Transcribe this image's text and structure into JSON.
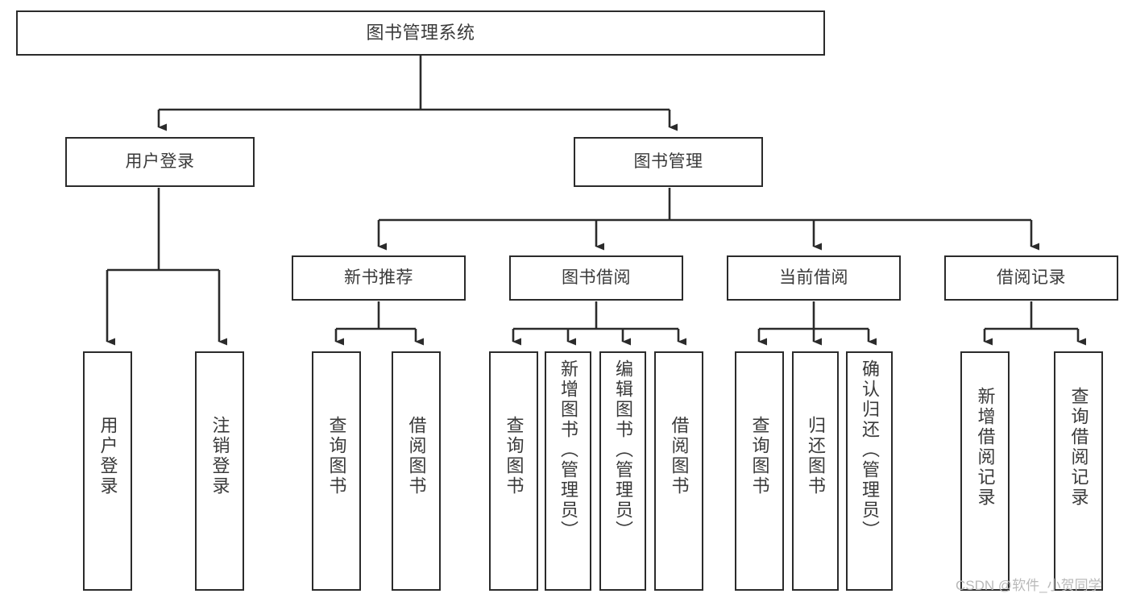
{
  "diagram": {
    "title": "图书管理系统",
    "type": "tree-hierarchy-chart",
    "orientation": "top-down",
    "colors": {
      "background": "#ffffff",
      "node_border": "#2b2b2b",
      "node_fill": "#ffffff",
      "text": "#3a3a3a",
      "edge": "#2b2b2b",
      "watermark": "#b9b9b9"
    },
    "watermark": "CSDN @软件_小贺同学",
    "levels": {
      "root": {
        "label": "图书管理系统"
      },
      "level2": [
        {
          "label": "用户登录"
        },
        {
          "label": "图书管理"
        }
      ],
      "level3": [
        {
          "label": "新书推荐"
        },
        {
          "label": "图书借阅"
        },
        {
          "label": "当前借阅"
        },
        {
          "label": "借阅记录"
        }
      ],
      "leaves": {
        "user_login": [
          {
            "label": "用户登录"
          },
          {
            "label": "注销登录"
          }
        ],
        "new_book_recommend": [
          {
            "label": "查询图书"
          },
          {
            "label": "借阅图书"
          }
        ],
        "book_borrow": [
          {
            "label": "查询图书"
          },
          {
            "label": "新增图书（管理员）"
          },
          {
            "label": "编辑图书（管理员）"
          },
          {
            "label": "借阅图书"
          }
        ],
        "current_borrow": [
          {
            "label": "查询图书"
          },
          {
            "label": "归还图书"
          },
          {
            "label": "确认归还（管理员）"
          }
        ],
        "borrow_record": [
          {
            "label": "新增借阅记录"
          },
          {
            "label": "查询借阅记录"
          }
        ]
      }
    }
  }
}
